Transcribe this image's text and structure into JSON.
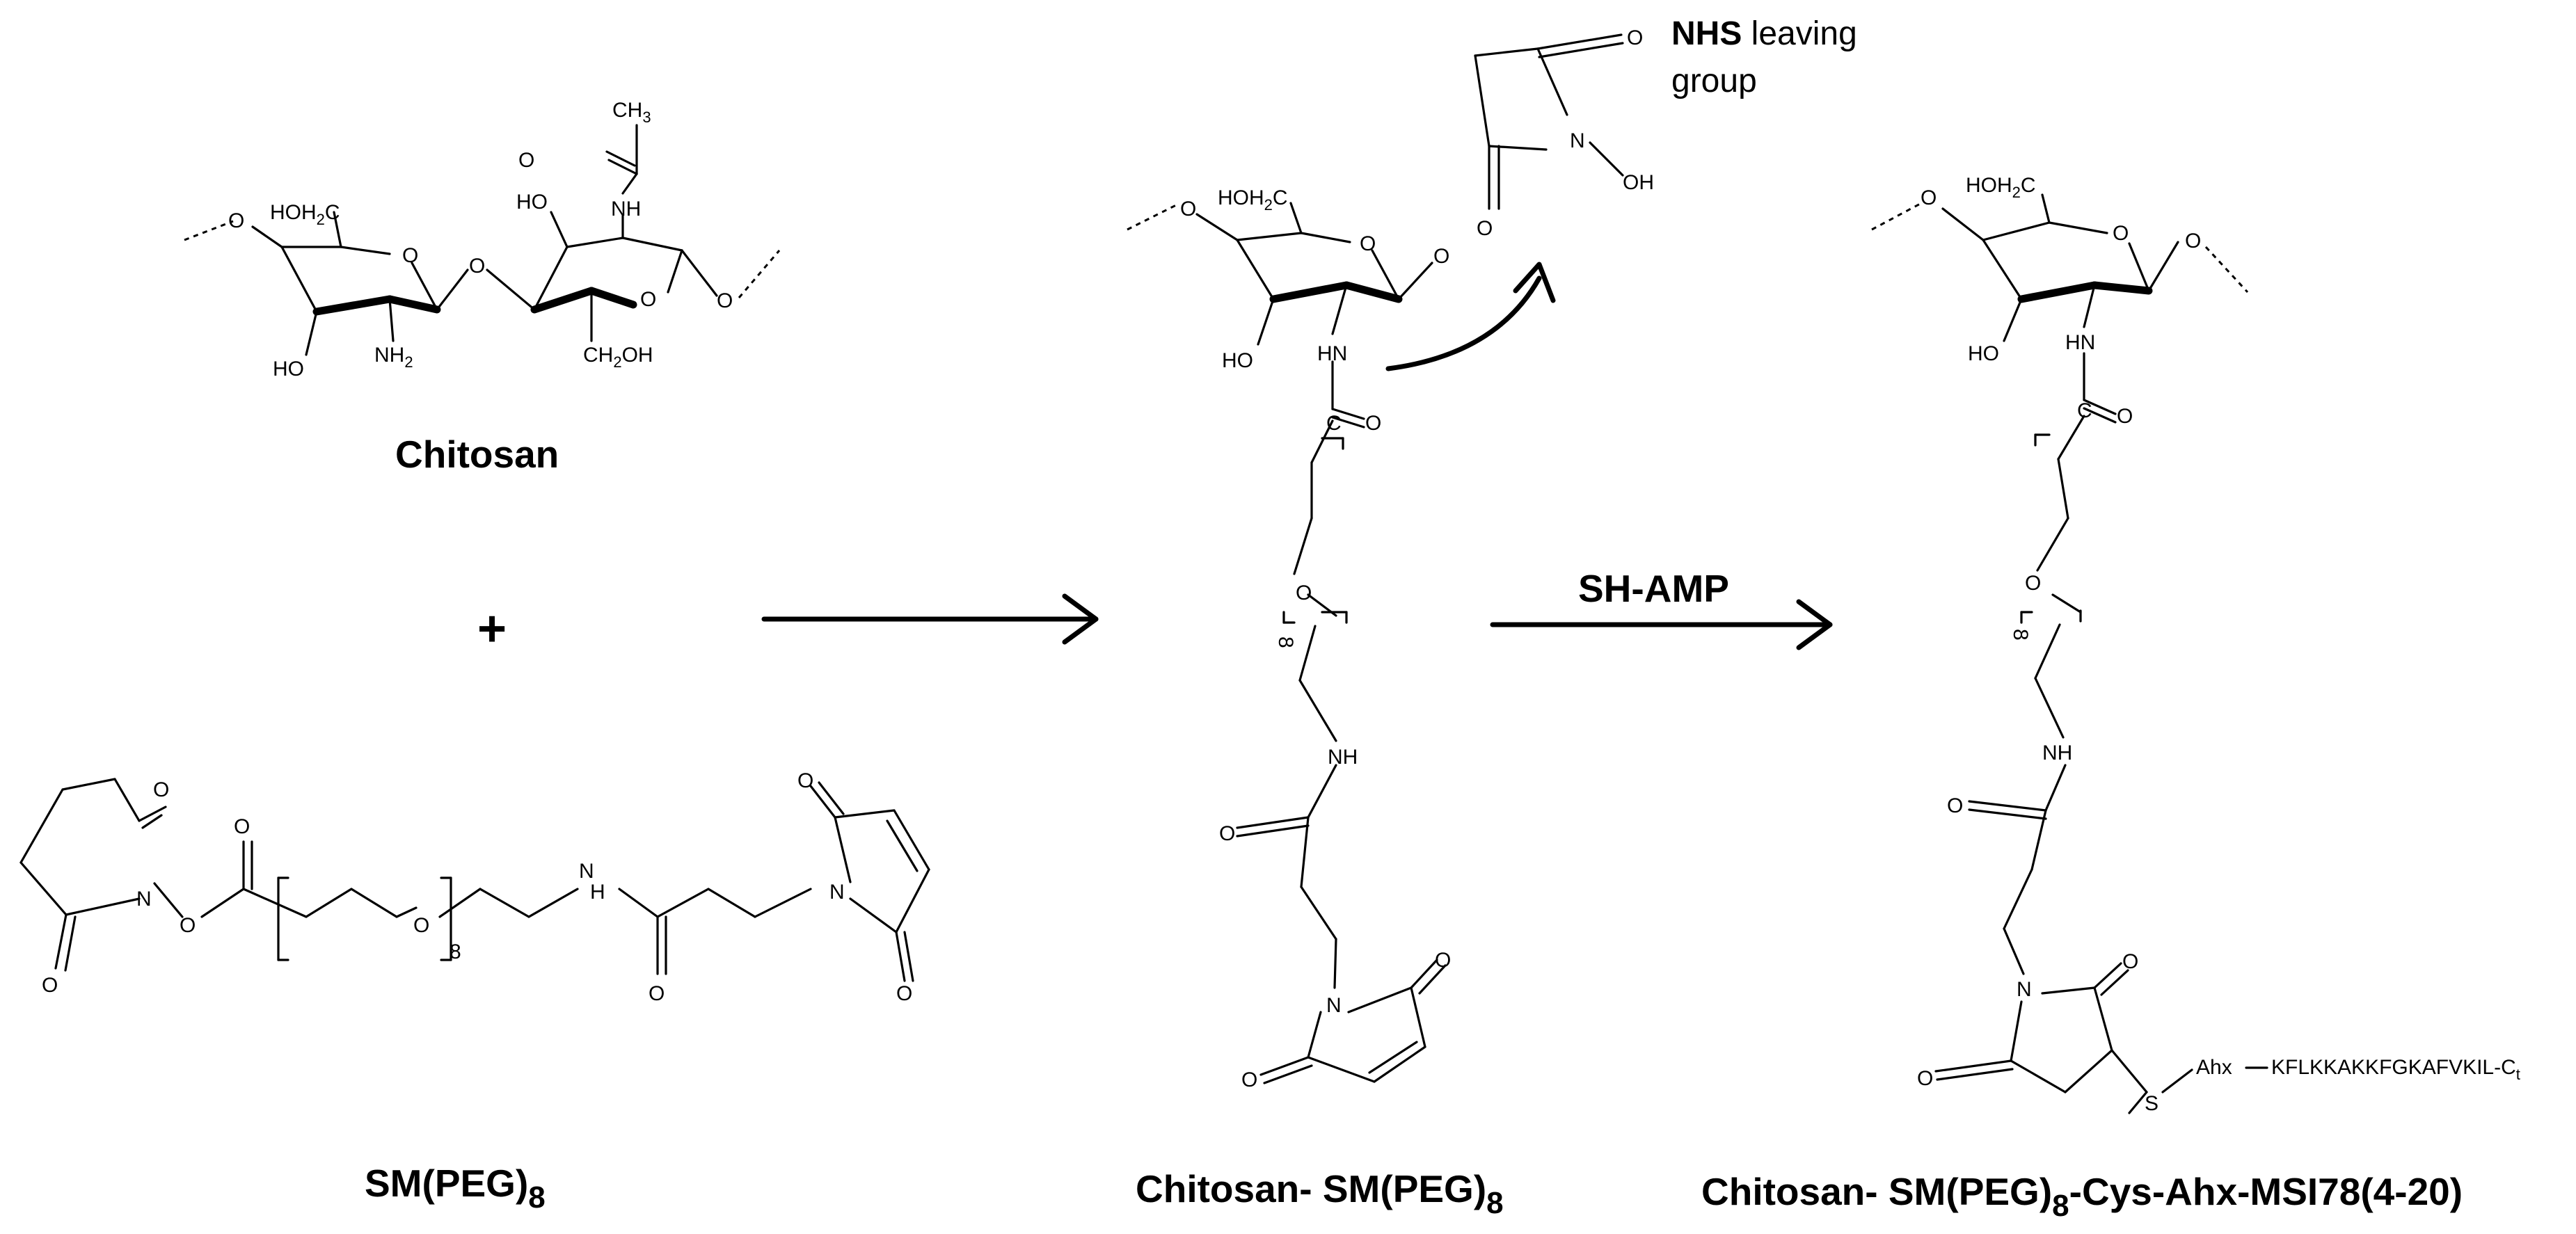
{
  "labels": {
    "chitosan": "Chitosan",
    "plus": "+",
    "linker_main": "SM(PEG)",
    "linker_sub": "8",
    "intermediate_main": "Chitosan- SM(PEG)",
    "intermediate_sub": "8",
    "product_main": "Chitosan- SM(PEG)",
    "product_sub": "8",
    "product_tail": "-Cys-Ahx-MSI78(4-20)",
    "reagent": "SH-AMP",
    "nhs_bold": "NHS",
    "nhs_rest": " leaving",
    "nhs_line2": "group"
  },
  "atoms": {
    "O": "O",
    "OH": "OH",
    "HO": "HO",
    "N": "N",
    "NH": "NH",
    "H": "H",
    "HN": "HN",
    "NH2": "NH",
    "NH2_sub": "2",
    "HOH2C": "HOH",
    "HOH2C_sub": "2",
    "HOH2C_end": "C",
    "CH2OH_start": "CH",
    "CH2OH_sub": "2",
    "CH2OH_end": "OH",
    "CH3": "CH",
    "CH3_sub": "3",
    "C": "C",
    "S": "S",
    "Ahx": "Ahx",
    "repeat_n": "8",
    "peptide": "KFLKKAKKFGKAFVKIL-C",
    "peptide_sub": "t"
  },
  "arrows": [
    "reaction-arrow-1",
    "reaction-arrow-2",
    "nhs-release-arrow"
  ]
}
